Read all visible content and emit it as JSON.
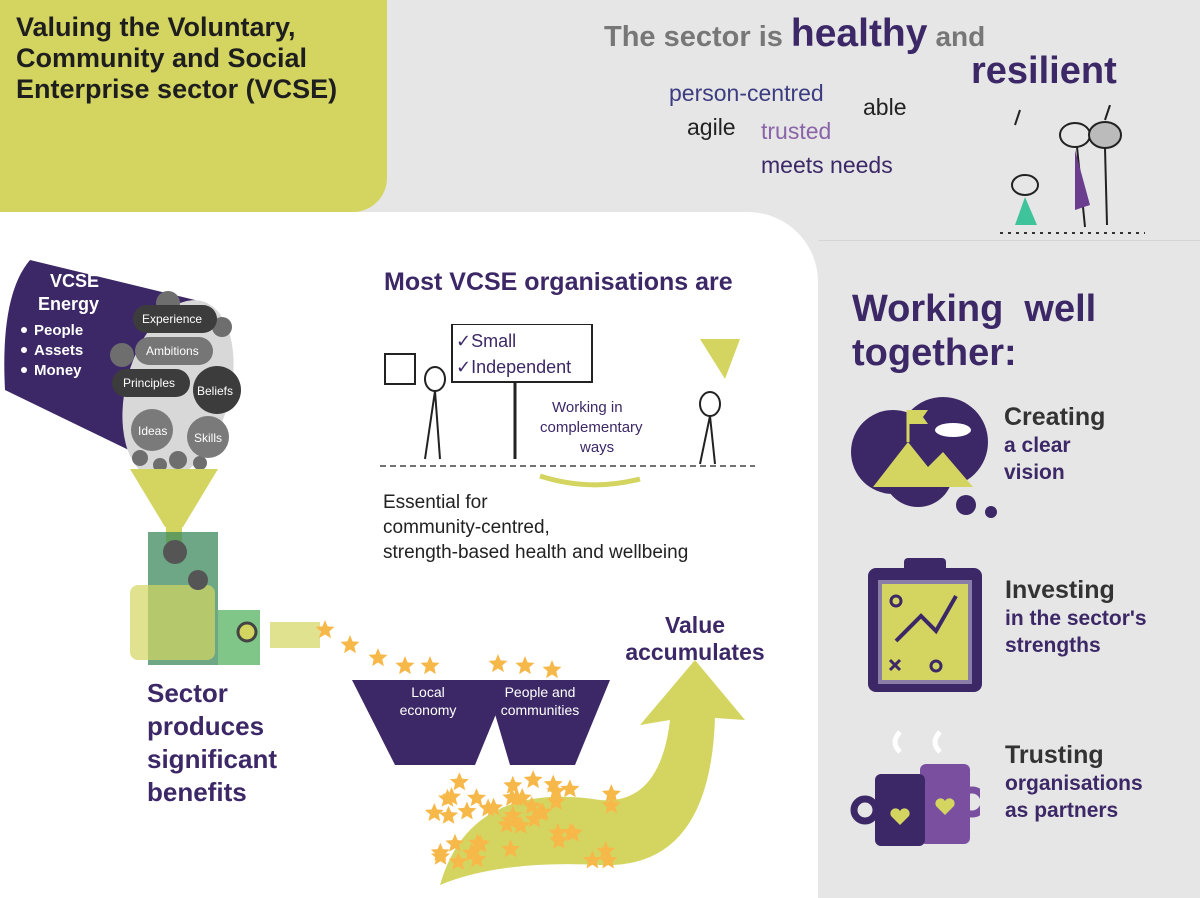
{
  "title": "Valuing the Voluntary, Community and Social Enterprise sector (VCSE)",
  "health": {
    "lead": "The sector is",
    "healthy": "healthy",
    "and": "and",
    "resilient": "resilient",
    "words": [
      "person-centred",
      "able",
      "agile",
      "trusted",
      "meets needs"
    ]
  },
  "energy": {
    "title_1": "VCSE",
    "title_2": "Energy",
    "items": [
      "People",
      "Assets",
      "Money"
    ],
    "balls": [
      "Experience",
      "Ambitions",
      "Principles",
      "Beliefs",
      "Ideas",
      "Skills"
    ]
  },
  "most": {
    "heading": "Most VCSE organisations are",
    "sign": [
      "✓Small",
      "✓Independent"
    ],
    "complementary": [
      "Working in",
      "complementary",
      "ways"
    ],
    "essential": [
      "Essential for",
      "community-centred,",
      "strength-based health and wellbeing"
    ]
  },
  "produces": [
    "Sector",
    "produces",
    "significant",
    "benefits"
  ],
  "buckets": [
    [
      "Local",
      "economy"
    ],
    [
      "People and",
      "communities"
    ]
  ],
  "value": [
    "Value",
    "accumulates"
  ],
  "working": {
    "heading_1": "Working  well",
    "heading_2": "together:",
    "items": [
      {
        "title": "Creating",
        "sub": [
          "a clear",
          "vision"
        ]
      },
      {
        "title": "Investing",
        "sub": [
          "in the sector's",
          "strengths"
        ]
      },
      {
        "title": "Trusting",
        "sub": [
          "organisations",
          "as partners"
        ]
      }
    ]
  },
  "colors": {
    "purple": "#3c2866",
    "lime": "#d4d561",
    "gray": "#e6e6e6",
    "star": "#f7b84a",
    "green": "#5fb86a"
  }
}
